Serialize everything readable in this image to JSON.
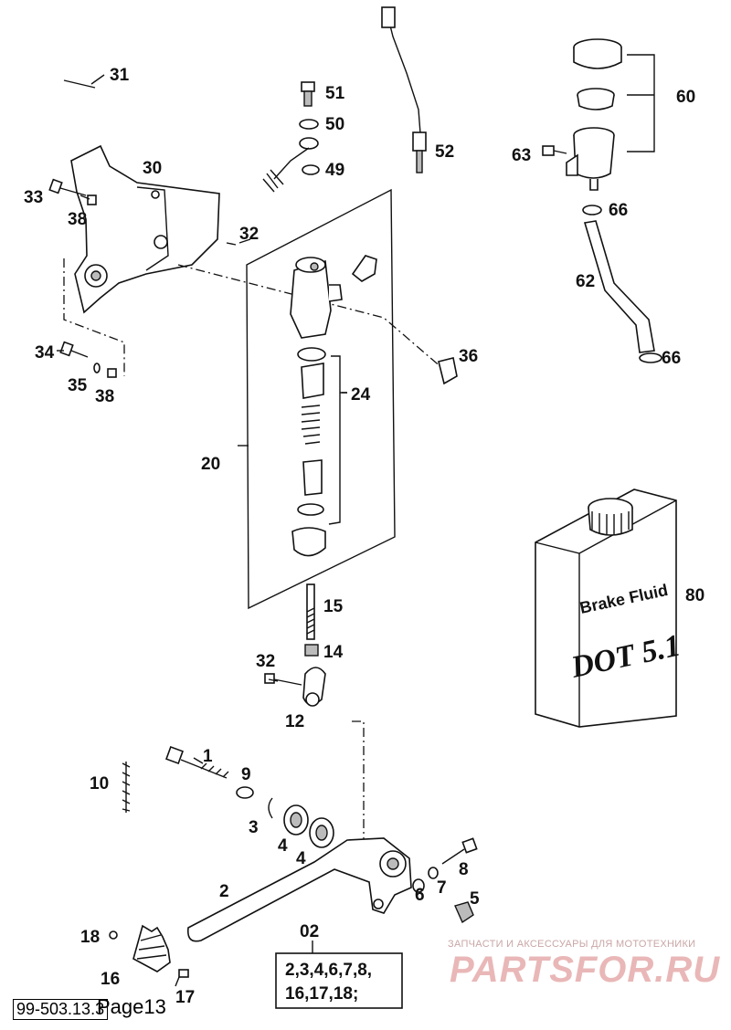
{
  "callouts": [
    {
      "id": "31",
      "text": "31"
    },
    {
      "id": "51",
      "text": "51"
    },
    {
      "id": "50",
      "text": "50"
    },
    {
      "id": "49",
      "text": "49"
    },
    {
      "id": "52",
      "text": "52"
    },
    {
      "id": "60",
      "text": "60"
    },
    {
      "id": "63",
      "text": "63"
    },
    {
      "id": "66a",
      "text": "66"
    },
    {
      "id": "30",
      "text": "30"
    },
    {
      "id": "33",
      "text": "33"
    },
    {
      "id": "38a",
      "text": "38"
    },
    {
      "id": "32a",
      "text": "32"
    },
    {
      "id": "62",
      "text": "62"
    },
    {
      "id": "36",
      "text": "36"
    },
    {
      "id": "66b",
      "text": "66"
    },
    {
      "id": "34",
      "text": "34"
    },
    {
      "id": "35",
      "text": "35"
    },
    {
      "id": "38b",
      "text": "38"
    },
    {
      "id": "24",
      "text": "24"
    },
    {
      "id": "20",
      "text": "20"
    },
    {
      "id": "80",
      "text": "80"
    },
    {
      "id": "15",
      "text": "15"
    },
    {
      "id": "14",
      "text": "14"
    },
    {
      "id": "32b",
      "text": "32"
    },
    {
      "id": "12",
      "text": "12"
    },
    {
      "id": "1",
      "text": "1"
    },
    {
      "id": "9",
      "text": "9"
    },
    {
      "id": "10",
      "text": "10"
    },
    {
      "id": "3",
      "text": "3"
    },
    {
      "id": "4a",
      "text": "4"
    },
    {
      "id": "4b",
      "text": "4"
    },
    {
      "id": "8",
      "text": "8"
    },
    {
      "id": "2",
      "text": "2"
    },
    {
      "id": "7",
      "text": "7"
    },
    {
      "id": "6",
      "text": "6"
    },
    {
      "id": "5",
      "text": "5"
    },
    {
      "id": "02",
      "text": "02"
    },
    {
      "id": "18",
      "text": "18"
    },
    {
      "id": "16",
      "text": "16"
    },
    {
      "id": "17",
      "text": "17"
    }
  ],
  "kit_box": {
    "line1": "2,3,4,6,7,8,",
    "line2": "16,17,18;"
  },
  "fluid_label": {
    "line1": "Brake Fluid",
    "line2": "DOT 5.1"
  },
  "footer": {
    "doc_id": "99-503.13.3",
    "page": "Page13"
  },
  "watermark": {
    "tagline": "ЗАПЧАСТИ И АКСЕССУАРЫ ДЛЯ МОТОТЕХНИКИ",
    "brand": "PARTSFOR.RU"
  }
}
